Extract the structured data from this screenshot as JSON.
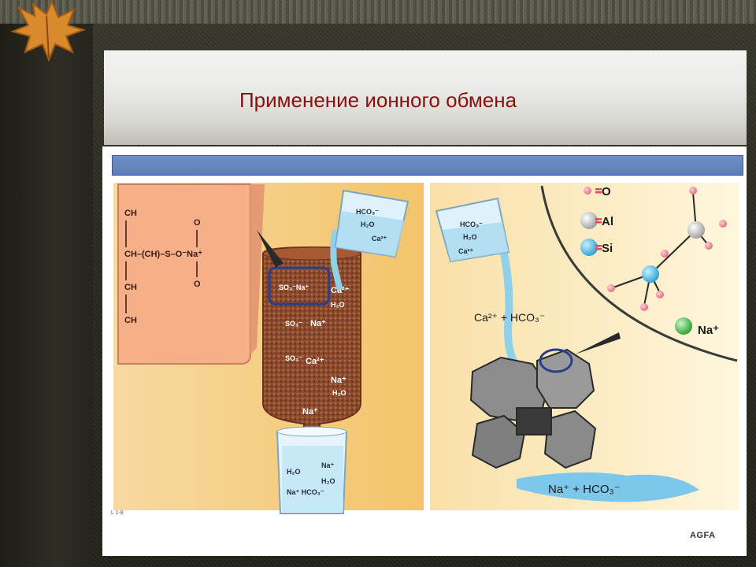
{
  "slide": {
    "title": "Применение ионного обмена"
  },
  "resin": {
    "structure_lines": [
      "CH",
      "CH–(CH)–S–O⁻Na⁺",
      "CH",
      "CH"
    ],
    "oxygen": "O",
    "column_labels": [
      {
        "text": "SO₃⁻Na⁺"
      },
      {
        "text": "Ca²⁺"
      },
      {
        "text": "H₂O"
      },
      {
        "text": "SO₃⁻"
      },
      {
        "text": "Na⁺"
      },
      {
        "text": "SO₃⁻"
      },
      {
        "text": "Ca²⁺"
      },
      {
        "text": "Na⁺"
      },
      {
        "text": "H₂O"
      },
      {
        "text": "Na⁺"
      }
    ],
    "beaker_in": [
      "HCO₃⁻",
      "H₂O",
      "Ca²⁺"
    ],
    "beaker_out": [
      "H₂O",
      "Na⁺",
      "H₂O",
      "Na⁺ HCO₃⁻"
    ]
  },
  "zeolite": {
    "beaker": [
      "HCO₃⁻",
      "H₂O",
      "Ca²⁺"
    ],
    "input_label": "Ca²⁺ + HCO₃⁻",
    "output_label": "Na⁺ + HCO₃⁻",
    "legend": [
      {
        "symbol": "O",
        "color": "#e26a7a"
      },
      {
        "symbol": "Al",
        "color": "#c9c9c9"
      },
      {
        "symbol": "Si",
        "color": "#38b7e8"
      }
    ],
    "na_label": "Na⁺",
    "na_color": "#3fbf3f"
  },
  "footer": {
    "figure_id": "L 1-8",
    "brand": "AGFA"
  }
}
